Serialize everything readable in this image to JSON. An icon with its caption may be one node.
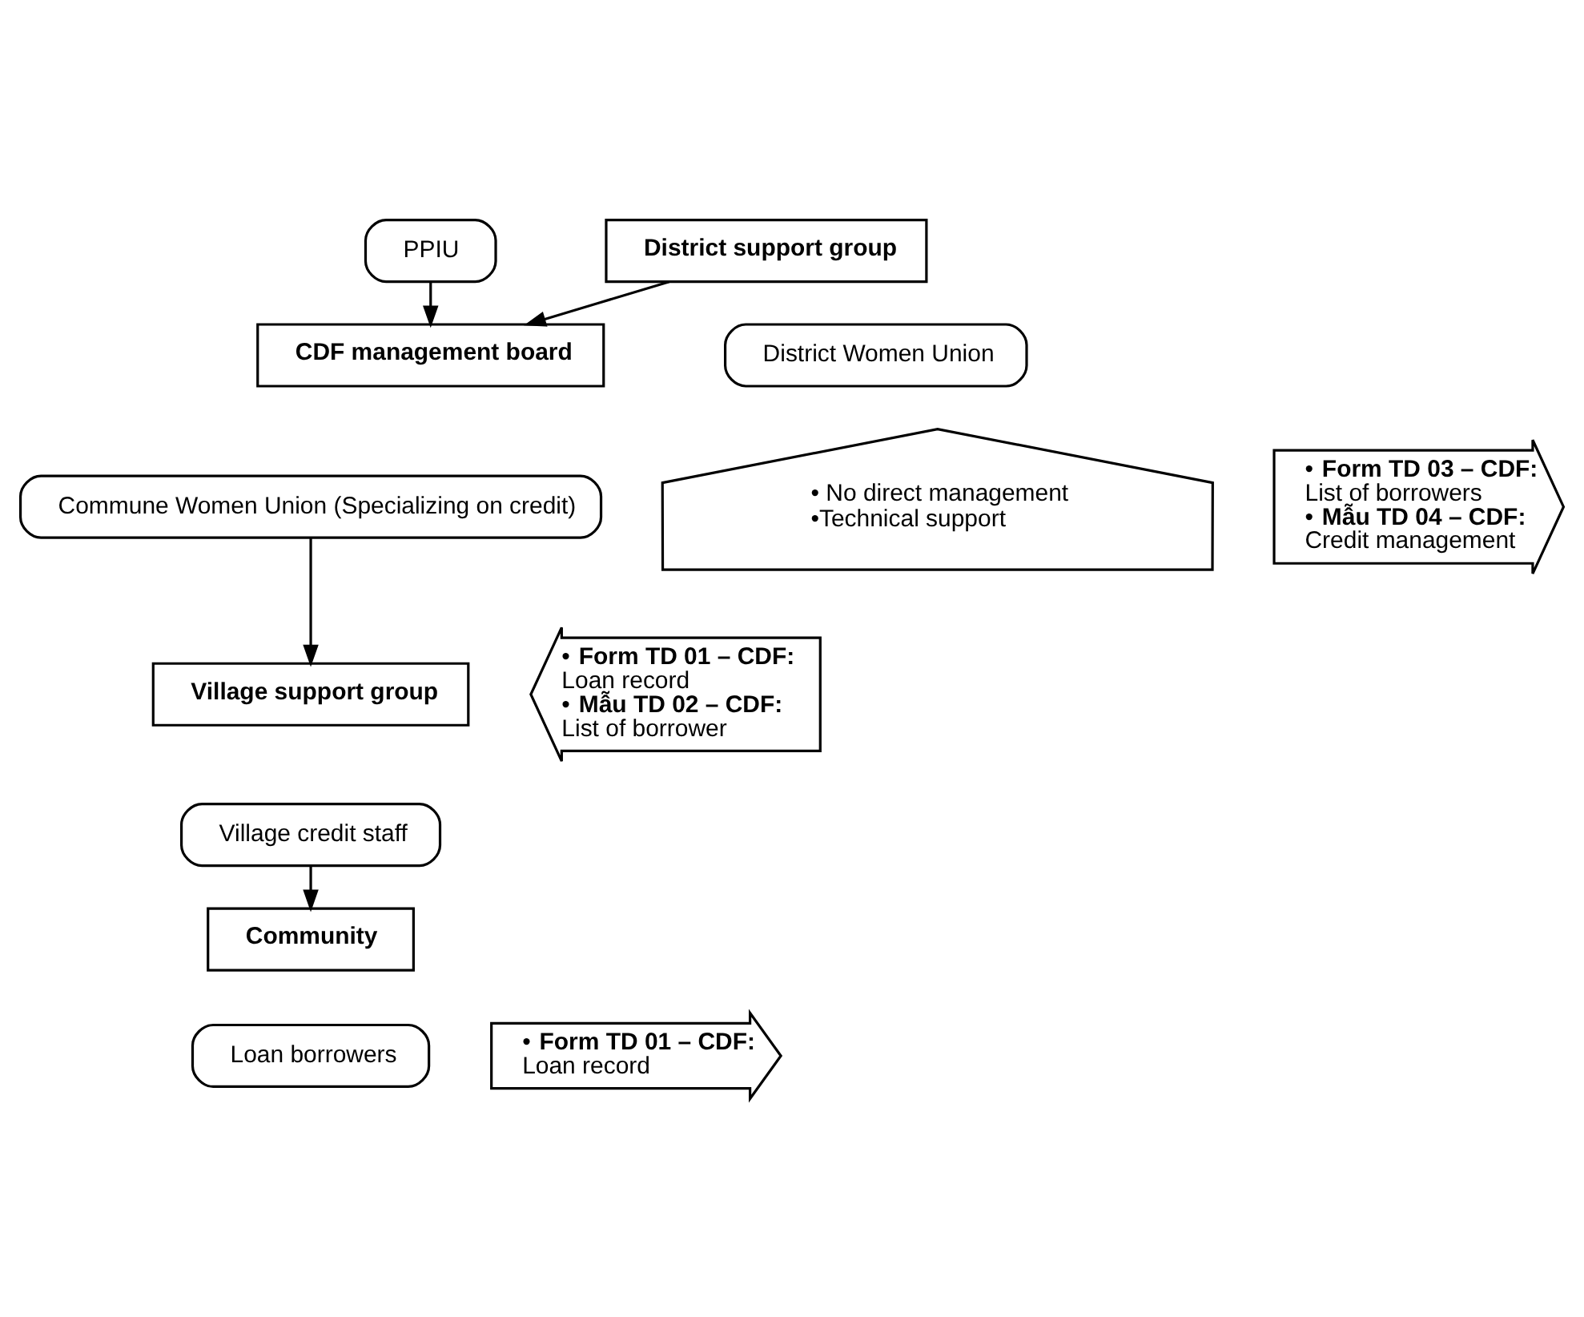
{
  "diagram": {
    "nodes": [
      {
        "text": [
          "PPIU"
        ]
      },
      {
        "text": [
          "District support group"
        ]
      },
      {
        "text": [
          "District Women Union"
        ]
      },
      {
        "text": [
          "CDF management board"
        ]
      },
      {
        "text": [
          "Commune Women Union (Specializing on credit)"
        ]
      },
      {
        "text": [
          "• No direct management",
          "•Technical support"
        ]
      },
      {
        "text": [
          "• **Form TD 03 – CDF:**",
          "List of borrowers",
          "• **Mẫu TD 04 – CDF:**",
          "Credit management"
        ]
      },
      {
        "text": [
          "Village support group"
        ]
      },
      {
        "text": [
          "Village credit staff"
        ]
      },
      {
        "text": [
          "• **Form TD 01 – CDF:**",
          "Loan record",
          "• **Mẫu TD 02 – CDF:**",
          "List of borrower"
        ]
      },
      {
        "text": [
          "Community"
        ]
      },
      {
        "text": [
          "Loan borrowers"
        ]
      },
      {
        "text": [
          "• **Form TD 01 – CDF:**",
          "Loan record"
        ]
      }
    ],
    "edges": [
      {
        "from": 0,
        "to": 3,
        "arrow": "to"
      },
      {
        "from": 1,
        "to": 3,
        "arrow": "to"
      },
      {
        "from": 4,
        "to": 7,
        "arrow": "to"
      },
      {
        "from": 8,
        "to": 10,
        "arrow": "to"
      }
    ]
  }
}
